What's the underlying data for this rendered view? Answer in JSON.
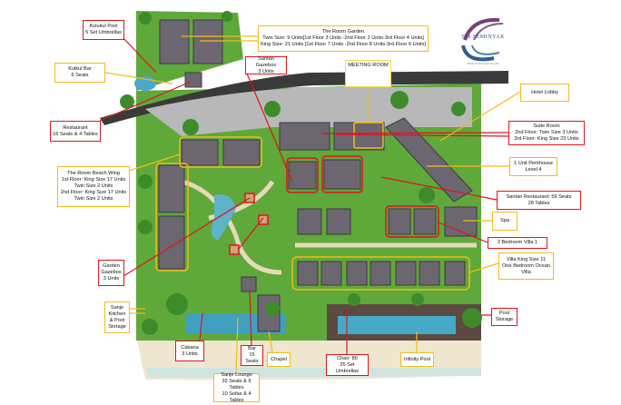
{
  "brand": {
    "name": "The SEMINYAK",
    "tagline": "BEACH RESORT & SPA"
  },
  "colors": {
    "red_label": "#e0141e",
    "yellow_label": "#f2bb1a",
    "grass": "#5fa83a",
    "road": "#3a3a3a",
    "pool": "#3fa0c0",
    "roof": "#6b6670",
    "sand": "#efe6cf"
  },
  "labels": {
    "kulkul_pool": [
      "Kulukul Pool",
      "5 Set Umbrellas"
    ],
    "kulkul_bar": [
      "Kulkul Bar",
      "6 Seats"
    ],
    "restaurant": [
      "Restaurant",
      "16 Seats & 4 Tables"
    ],
    "room_garden": [
      "The Room Garden",
      "Twin Size:  9 Units[1st Floor 3 Units -2nd Floor 2 Units-3rd Floor 4 Units]",
      "King Size: 21 Units [1st Floor 7 Units -2nd Floor 8 Units-3rd Floor 6 Units]"
    ],
    "santan_gazebos": [
      "Santan Gazebos",
      "3 Units"
    ],
    "meeting_room": [
      "MEETING ROOM"
    ],
    "hotel_lobby": [
      "Hotel Lobby"
    ],
    "suite_room": [
      "Suite Room",
      "2nd Floor: Twin Size  3  Units",
      "3rd Floor: King Size 23 Units"
    ],
    "penthouse": [
      "1 Unit Penthouse",
      "Level 4"
    ],
    "santan_restaurant": [
      "Santan Restaurant: 56 Seats",
      "28 Tables"
    ],
    "spa": [
      "Spa"
    ],
    "bedroom_villa": [
      "2 Bedroom Villa 1"
    ],
    "villa_king": [
      "Villa King Size 11",
      "One Bedroom Ocean",
      "Villa"
    ],
    "pool_storage": [
      "Pool",
      "Storage"
    ],
    "beach_wing": [
      "The Room Beach Wing",
      "1st Floor: King Size 17  Units",
      "Twin Size 2 Units",
      "2nd Floor: King Size 17 Units",
      "Twin Size 2 Units"
    ],
    "garden_gazebos": [
      "Garden",
      "Gazebos",
      "3 Units"
    ],
    "sanje_kitchen": [
      "Sanje",
      "Kitchen",
      "& Pool",
      "Storage"
    ],
    "cabana": [
      "Cabana",
      "3 Units"
    ],
    "bar": [
      "Bar",
      "15 Seats"
    ],
    "chapel": [
      "Chapel"
    ],
    "sanje_lounge": [
      "Sanje Lounge",
      "32 Seats & 9 Tables",
      "10 Sofas & 4 Tables"
    ],
    "chair": [
      "Chair: 80",
      "25 Set Umbrellas"
    ],
    "infinity_pool": [
      "Infinity Pool"
    ]
  }
}
